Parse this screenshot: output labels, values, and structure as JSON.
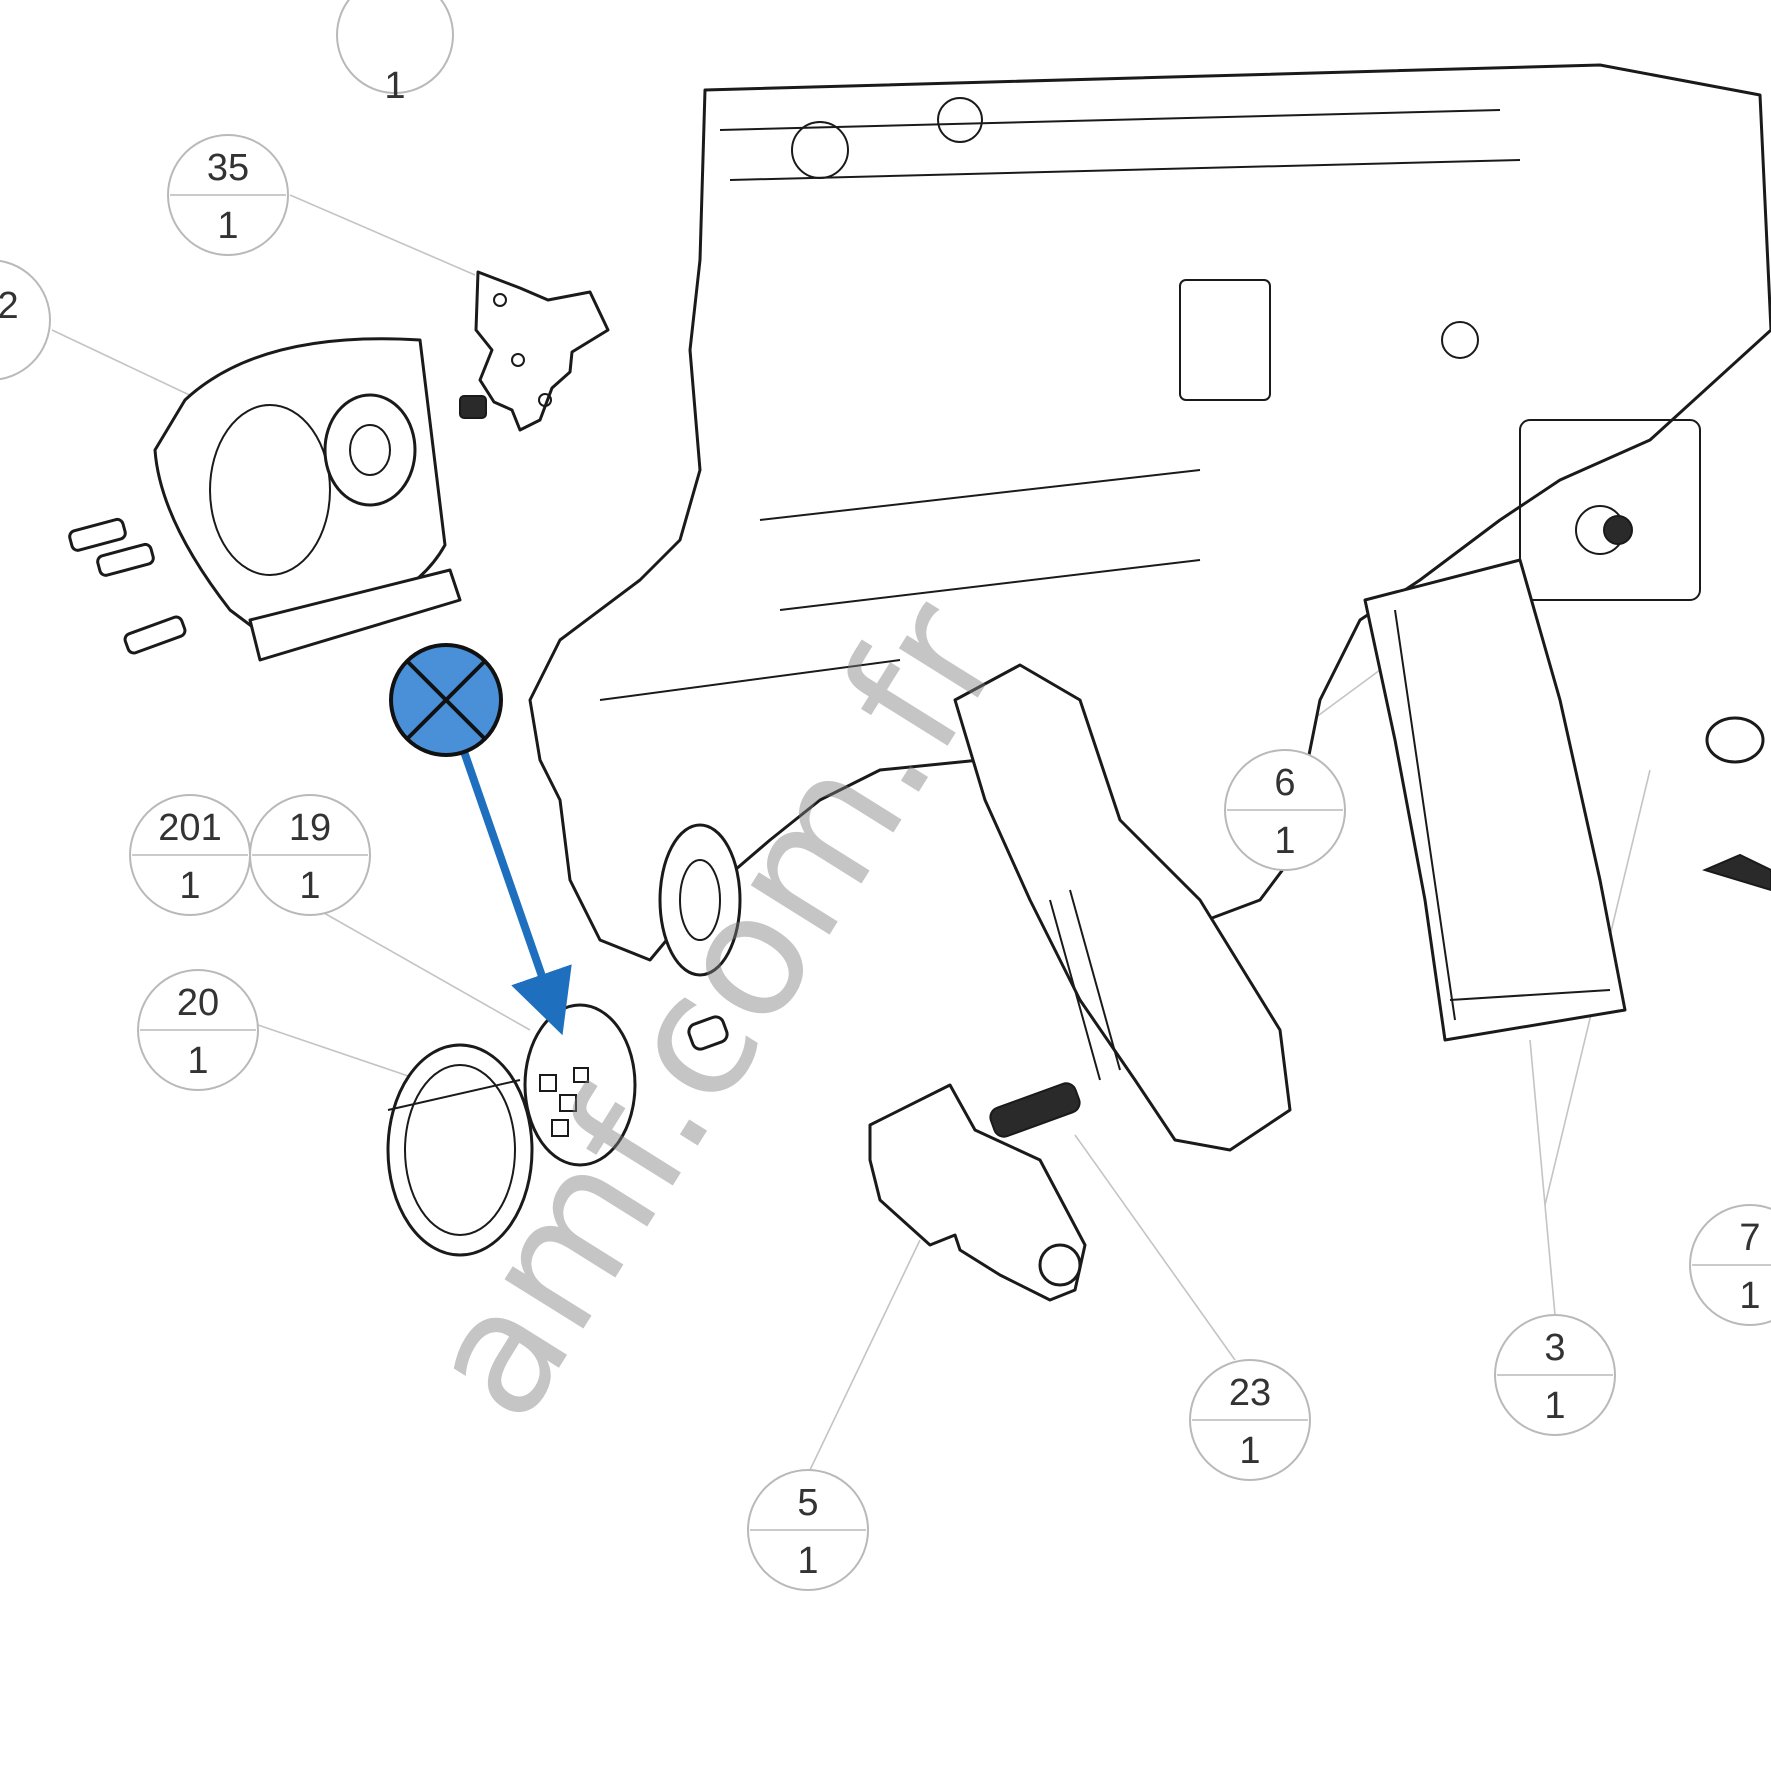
{
  "watermark": "amf.com.fr",
  "colors": {
    "marker_fill": "#4a90d9",
    "arrow": "#1f6fbf",
    "leader": "#c4c4c4",
    "line": "#1a1a1a"
  },
  "marker_icon": "circled-x-icon",
  "balloons": [
    {
      "id": "b-1",
      "top": "1",
      "bottom": ""
    },
    {
      "id": "b-35",
      "top": "35",
      "bottom": "1"
    },
    {
      "id": "b-2",
      "top": "2",
      "bottom": ""
    },
    {
      "id": "b-201",
      "top": "201",
      "bottom": "1"
    },
    {
      "id": "b-19",
      "top": "19",
      "bottom": "1"
    },
    {
      "id": "b-20",
      "top": "20",
      "bottom": "1"
    },
    {
      "id": "b-6",
      "top": "6",
      "bottom": "1"
    },
    {
      "id": "b-7",
      "top": "7",
      "bottom": "1"
    },
    {
      "id": "b-3",
      "top": "3",
      "bottom": "1"
    },
    {
      "id": "b-23",
      "top": "23",
      "bottom": "1"
    },
    {
      "id": "b-5",
      "top": "5",
      "bottom": "1"
    }
  ]
}
